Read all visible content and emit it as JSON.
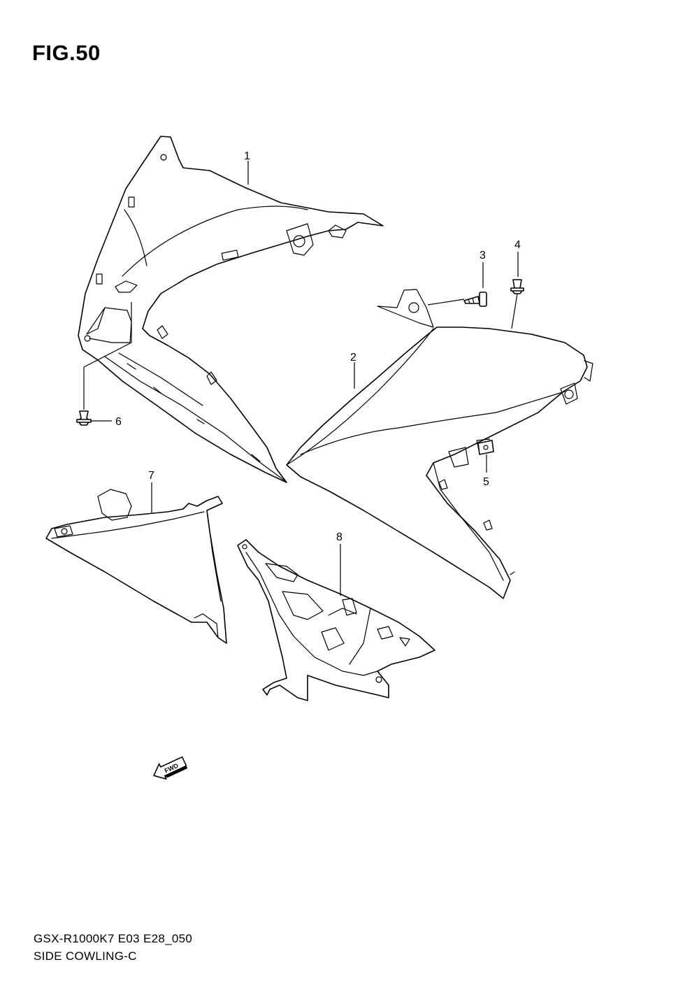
{
  "figure": {
    "title": "FIG.50"
  },
  "callouts": [
    "1",
    "2",
    "3",
    "4",
    "5",
    "6",
    "7",
    "8"
  ],
  "direction_arrow": {
    "label": "FWD",
    "icon": "fwd-arrow-icon"
  },
  "footer": {
    "model_code": "GSX-R1000K7 E03 E28_050",
    "section_name": "SIDE COWLING-C"
  }
}
